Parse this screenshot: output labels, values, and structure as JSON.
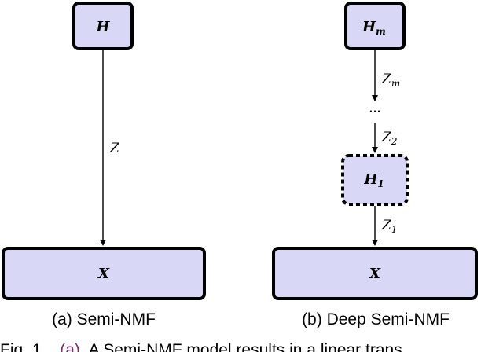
{
  "left_panel": {
    "top_node": "H",
    "edge_label": "Z",
    "bottom_node": "X",
    "caption": "(a) Semi-NMF"
  },
  "right_panel": {
    "top_node": {
      "base": "H",
      "sub": "m"
    },
    "edge_top": {
      "base": "Z",
      "sub": "m"
    },
    "ellipsis": "···",
    "edge_mid": {
      "base": "Z",
      "sub": "2"
    },
    "middle_node": {
      "base": "H",
      "sub": "1"
    },
    "edge_bottom": {
      "base": "Z",
      "sub": "1"
    },
    "bottom_node": "X",
    "caption": "(b) Deep Semi-NMF"
  },
  "figure_caption": {
    "prefix": "Fig. 1.",
    "ref": "(a)",
    "text": "A Semi-NMF model results in a linear trans"
  },
  "colors": {
    "node_fill": "#d8d8f6",
    "stroke": "#000000",
    "ref_link": "#7a2a6a"
  }
}
